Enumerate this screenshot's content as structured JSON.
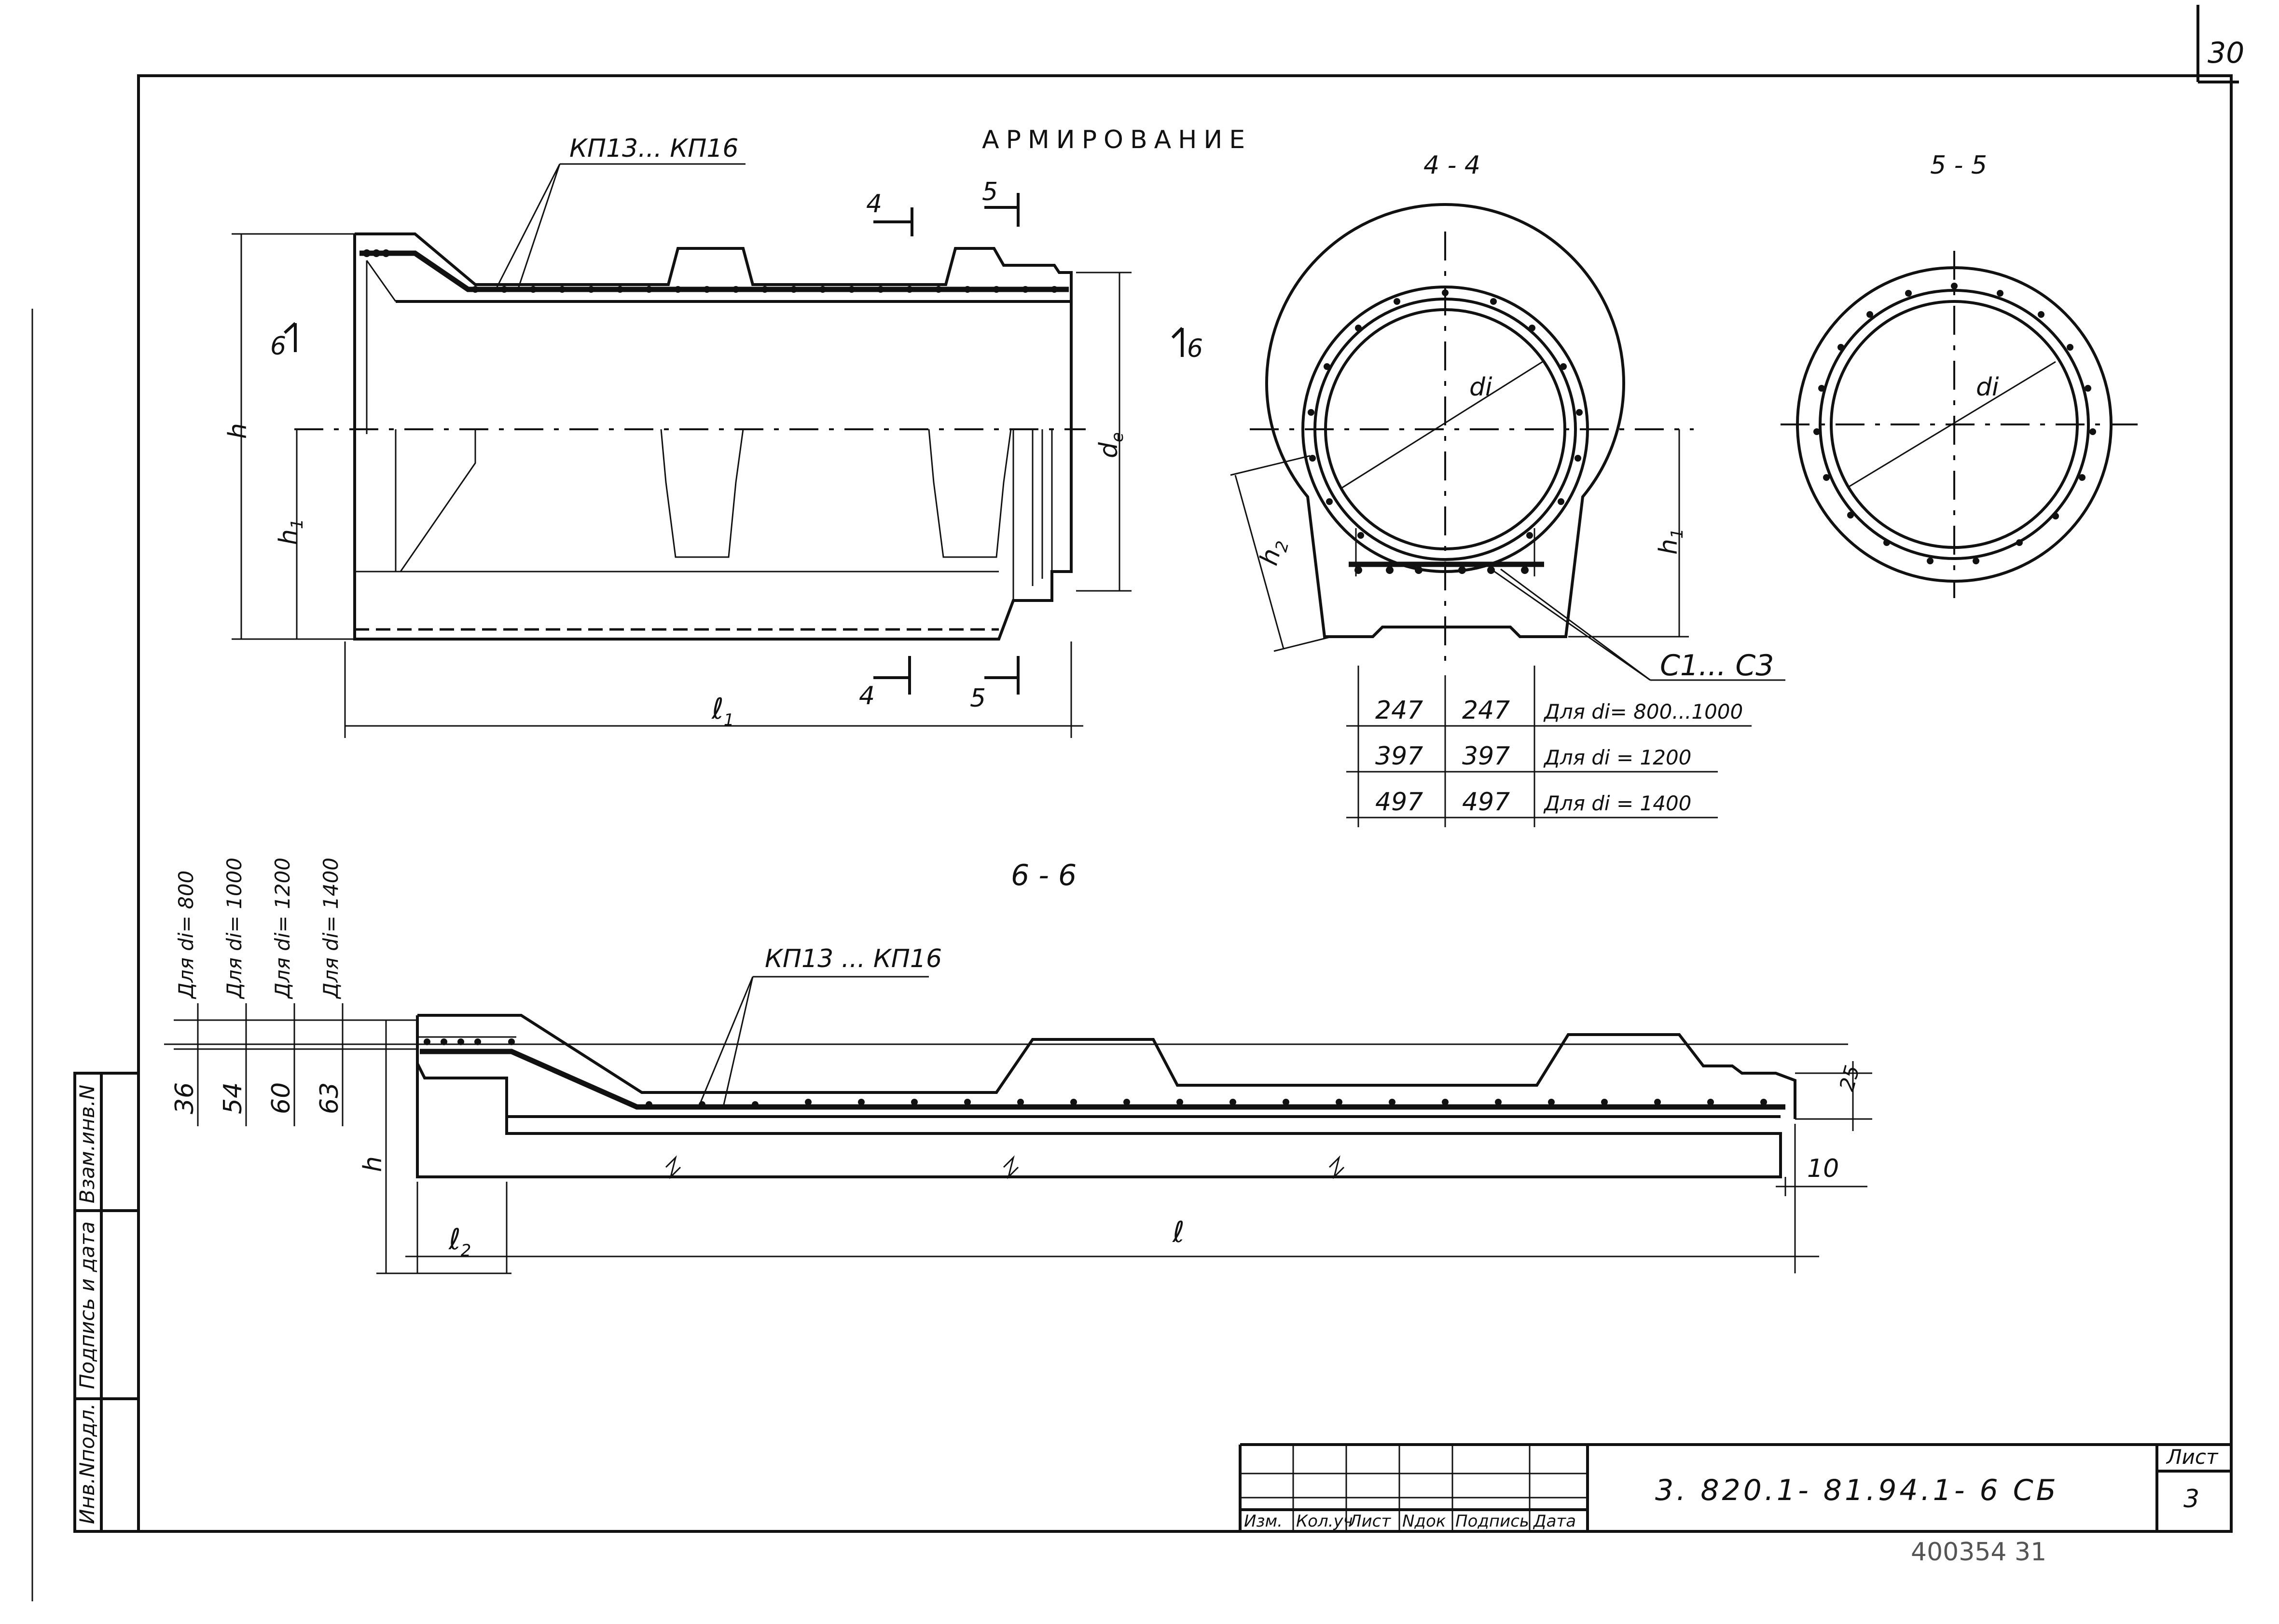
{
  "sheet_corner_number": "30",
  "title": "АРМИРОВАНИЕ",
  "elevation": {
    "mesh_label": "КП13... КП16",
    "section_marks": {
      "a": "4",
      "b": "5",
      "c": "6"
    },
    "dims": {
      "h": "h",
      "h1": "h",
      "h1_sub": "1",
      "de": "d",
      "de_sub": "e",
      "l1": "ℓ",
      "l1_sub": "1"
    }
  },
  "section_4_4": {
    "title": "4 - 4",
    "diameter_label": "di",
    "h2": "h",
    "h2_sub": "2",
    "h1": "h",
    "h1_sub": "1",
    "bars_label": "C1... C3",
    "table": [
      {
        "a": "247",
        "b": "247",
        "note": "Для di= 800...1000"
      },
      {
        "a": "397",
        "b": "397",
        "note": "Для di = 1200"
      },
      {
        "a": "497",
        "b": "497",
        "note": "Для di = 1400"
      }
    ]
  },
  "section_5_5": {
    "title": "5 - 5",
    "diameter_label": "di"
  },
  "section_6_6": {
    "title": "6 - 6",
    "mesh_label": "КП13 ... КП16",
    "columns": [
      {
        "head": "Для di= 800",
        "value": "36"
      },
      {
        "head": "Для di= 1000",
        "value": "54"
      },
      {
        "head": "Для di= 1200",
        "value": "60"
      },
      {
        "head": "Для di= 1400",
        "value": "63"
      }
    ],
    "dims": {
      "h": "h",
      "l": "ℓ",
      "l2": "ℓ",
      "l2_sub": "2",
      "d25": "25",
      "d10": "10"
    }
  },
  "side_stamp": [
    "Инв.Nподл.",
    "Подпись и дата",
    "Взам.инв.N"
  ],
  "title_block": {
    "headers": [
      "Изм.",
      "Кол.уч",
      "Лист",
      "Nдок",
      "Подпись",
      "Дата"
    ],
    "designation": "3. 820.1- 81.94.1- 6 СБ",
    "sheet_label": "Лист",
    "sheet_number": "3"
  },
  "archive_stamp": "400354   31"
}
